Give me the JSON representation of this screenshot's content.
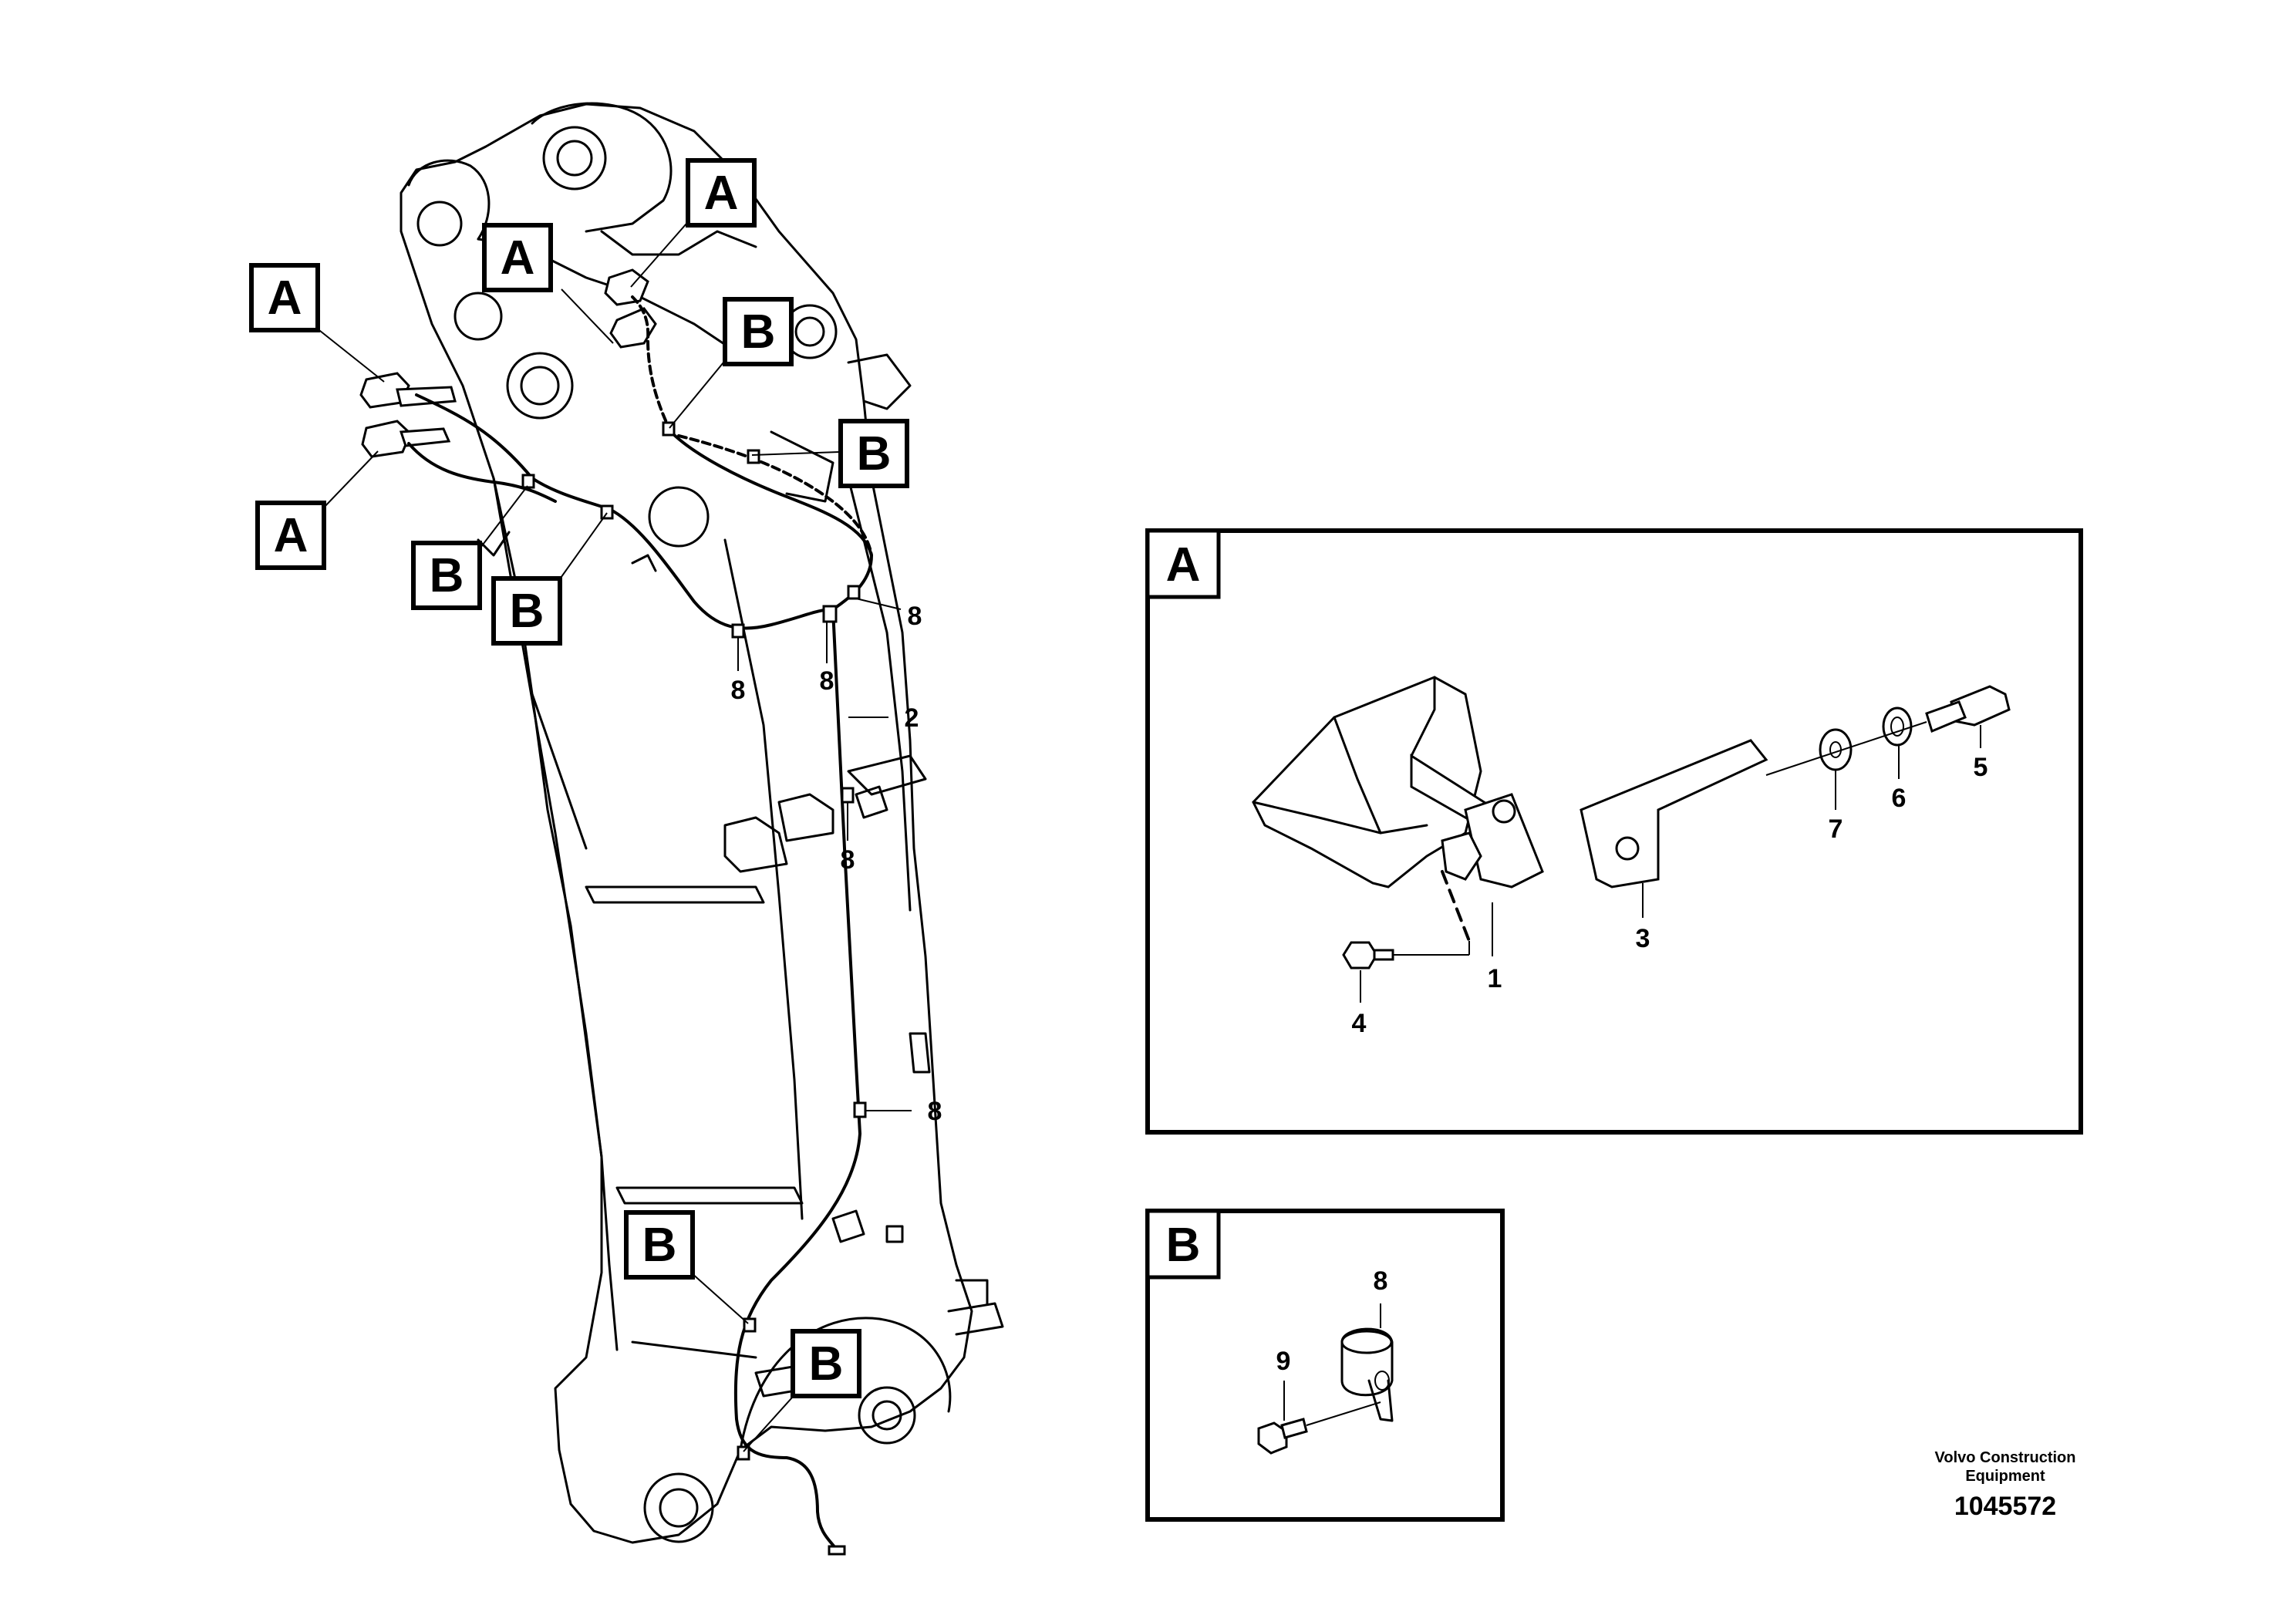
{
  "callouts": {
    "a": "A",
    "b": "B"
  },
  "part_numbers": {
    "p1": "1",
    "p2": "2",
    "p3": "3",
    "p4": "4",
    "p5": "5",
    "p6": "6",
    "p7": "7",
    "p8": "8",
    "p9": "9"
  },
  "detail_views": {
    "a_label": "A",
    "b_label": "B"
  },
  "footer": {
    "brand_line1": "Volvo Construction",
    "brand_line2": "Equipment",
    "drawing_number": "1045572"
  }
}
